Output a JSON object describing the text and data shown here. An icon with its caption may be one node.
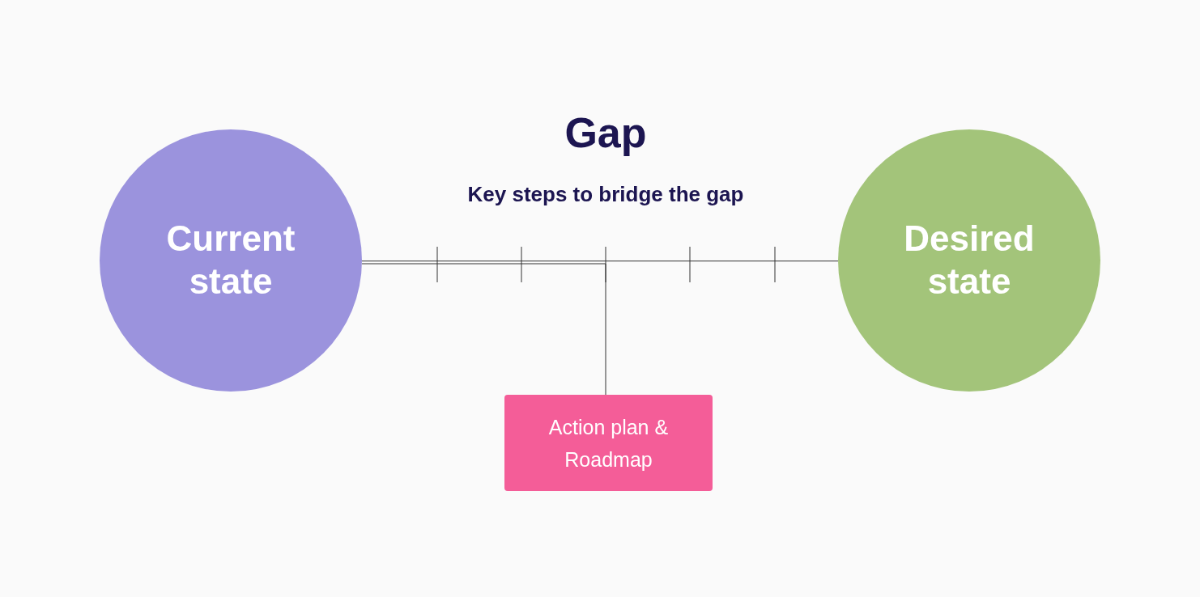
{
  "diagram": {
    "title": "Gap",
    "nodes": [
      {
        "text": [
          "Current state"
        ]
      },
      {
        "text": [
          "Desired state"
        ]
      },
      {
        "text": [
          "Action plan & Roadmap"
        ]
      }
    ],
    "edges": [
      {
        "from": 0,
        "to": 1,
        "arrow": "none"
      },
      {
        "from": 0,
        "to": 2,
        "arrow": "none"
      }
    ],
    "labels": [
      "Key steps to bridge the gap"
    ]
  }
}
